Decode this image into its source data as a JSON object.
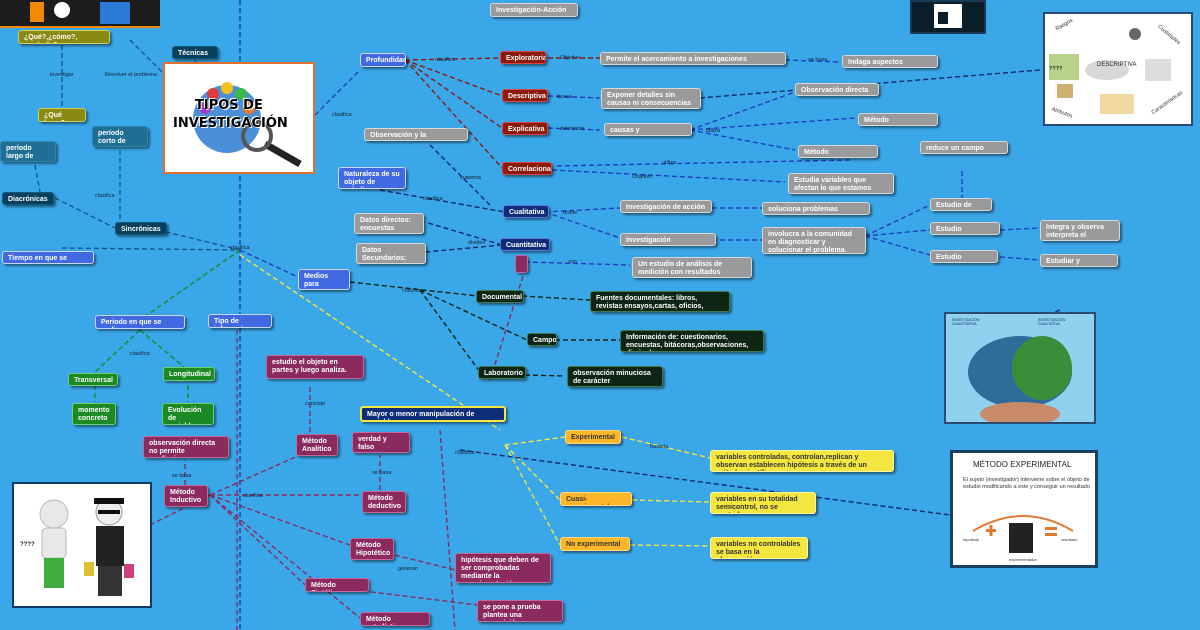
{
  "title": {
    "line1": "TIPOS DE",
    "line2": "INVESTIGACIÓN"
  },
  "tecnicas": "Técnicas",
  "que_como_cuando": "¿Qué?,¿cómo?, ¿cuándo?",
  "investigar": "investigar",
  "resolver_problema": "Resolver el problema",
  "que_hago": "¿Qué hago?",
  "investigacion_accion_top": "Investigación-Acción",
  "profundidad": "Profundidad",
  "clasifica": "clasifica",
  "exploratoria": "Exploratoria",
  "objetivo": "Objetivo",
  "permite_acercamiento": "Permite el acercamiento a investigaciones posteriores.",
  "se_basa": "se basa",
  "indaga_aspectos": "Indaga aspectos concretos",
  "descriptiva": "Descriptiva",
  "busca": "busca",
  "exponer_detalles": "Exponer detalles sin causas ni consecuencias",
  "observacion_directa": "Observación directa",
  "explicativa": "Explicativa",
  "determina": "determina",
  "causas_consecuencias": "causas y consecuencias",
  "utiliza": "utiliza",
  "metodo_experimental_node": "Método experimental",
  "metodo_correlacional": "Método Correlacional",
  "correlacional": "Correlacional",
  "estudia_variables": "Estudia variables que afectan lo que estamos estudiando.",
  "reduce_campo": "reduce un campo amplio",
  "periodo_largo": "período largo de tiempo",
  "periodo_corto": "período corto de tiempo",
  "diacronicas": "Diacrónicas",
  "sincronicas": "Sincrónicas",
  "tiempo_efectua": "Tiempo en que se efectúa",
  "observacion_descripcion": "Observación y la descripción",
  "naturaleza": "Naturaleza de su objeto de estudio.",
  "sustenta": "sustenta",
  "cualitativa": "Cualitativa",
  "divide": "divide",
  "investigacion_accion": "Investigación de acción",
  "soluciona": "soluciona problemas concretos",
  "estudio_casos": "Estudio de casos",
  "datos_directos": "Datos directos: encuestas directas",
  "datos_secundarios": "Datos Secundarios: INEGI",
  "dividen": "dividen",
  "cuantitativa": "Cuantitativa",
  "investigacion_participativa": "Investigación participativa",
  "involucra": "involucra a la comunidad en diagnosticar y solucionar el problema.",
  "estudio_etnografico": "Estudio etnográfico",
  "integra_observa": "Integra y observa interpreta el problema",
  "estudio_historico": "Estudio histórico",
  "estudiar_reconstruir": "Estudiar y reconstruir",
  "son": "son",
  "estudio_analisis": "Un estudio de análisis de medición con resultados estadísticos.",
  "medios_obtener": "Medios para obtener datos",
  "documental": "Documental",
  "fuentes_documentales": "Fuentes documentales: libros, revistas ensayos,cartas, oficios, expedientes, etc.",
  "campo": "Campo",
  "informacion_de": "Información de: cuestionarios, encuestas, bitácoras,observaciones, diario de campo.",
  "laboratorio": "Laboratorio",
  "observacion_minuciosa": "observación minuciosa de carácter experimental.",
  "periodo_realiza": "Periodo en que se realiza",
  "tipo_inferencia": "Tipo de inferencia",
  "transversal": "Transversal",
  "longitudinal": "Longitudinal",
  "momento_concreto": "momento concreto",
  "evolucion_variables": "Evolución de variables",
  "estudio_objeto_partes": "estudio el objeto en partes y luego analiza.",
  "consiste": "consiste",
  "metodo_analitico": "Método Analítico",
  "mayor_menor": "Mayor o menor manipulación de variables",
  "verdad_falso": "verdad y falso",
  "observacion_no_permite": "observación directa no permite predicciones",
  "se_basa2": "se basa",
  "metodo_inductivo": "Método Inductivo",
  "metodo_deductivo": "Método deductivo",
  "metodo_hipotetico": "Método Hipotético",
  "generan": "generan",
  "hipotesis_deben": "hipótesis que deben de ser comprobadas mediante la experimentación.",
  "metodo_sintetico": "Método Sintético",
  "se_pone_prueba": "se pone a prueba plantea una suposición.",
  "metodo_estadistico": "Método estadístico",
  "experimental": "Experimental",
  "basada": "basada",
  "variables_controladas": "variables controladas, controlan,replican y observan establecen hipótesis a través de un método científico.",
  "cuasi_experimental": "Cuasi-experimental",
  "variables_totalidad": "variables en su totalidad semicontrol, no se controlan",
  "no_experimental": "No experimental",
  "variables_no_controlables": "variables no controlables se basa en la observación",
  "qmarks_left": "????",
  "descriptiva_panel": {
    "center": "DESCRIPTIVA",
    "rasgos": "Rasgos",
    "cualidades": "Cualidades",
    "atributos": "Atributos",
    "caracteristicas": "Características",
    "qmarks": "????"
  },
  "brain_panel": {
    "left": "INVESTIGACIÓN CUANTITATIVA",
    "right": "INVESTIGACIÓN CUALITATIVA"
  },
  "metodo_experimental_panel": {
    "title": "MÉTODO EXPERIMENTAL",
    "body": "El sujeto (investigador) interviene sobre el objeto de estudio modificando a este y conseguir un resultado",
    "hipotesis": "hipótesis",
    "resultado": "resultado",
    "experimentador": "experimentador"
  },
  "colors": {
    "background": "#3aa7e8",
    "blue_node": "#4169e1",
    "grey_node": "#9a9a9a",
    "red_node": "#8b1a0a",
    "plum_node": "#8a2a5e",
    "yellow_node": "#f5e640"
  }
}
